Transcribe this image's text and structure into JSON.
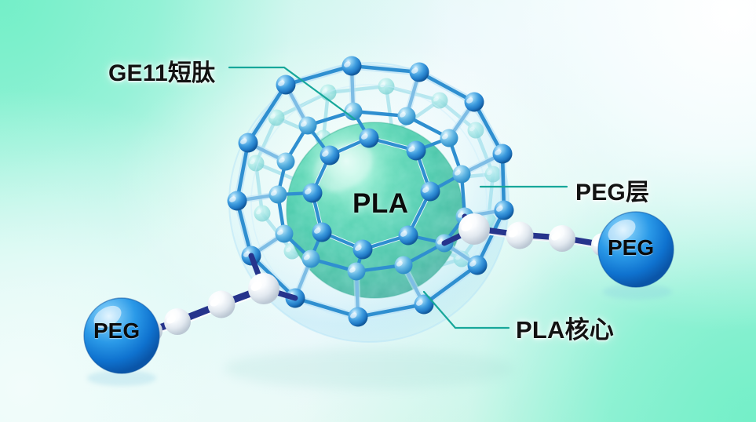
{
  "figure": {
    "title": "PEG-PLA nanoparticle with GE11 peptide targeting",
    "type": "scientific-schematic",
    "background": {
      "mint": "#7ff0cd",
      "pale": "#eefbfc",
      "white": "#ffffff"
    }
  },
  "labels": {
    "ge11": "GE11短肽",
    "peg_layer": "PEG层",
    "pla_core": "PLA核心"
  },
  "structures": {
    "core_label": "PLA",
    "peg_right_label": "PEG",
    "peg_left_label": "PEG"
  },
  "colors": {
    "core_green": "#2fc49a",
    "core_green_dark": "#139a78",
    "shell_blue": "#2f96d8",
    "shell_blue_light": "#7fc9ef",
    "shell_blue_back": "#8fd8e8",
    "bond_navy": "#26348c",
    "linker_white": "#f2f5f8",
    "peg_ball_blue": "#1f8fe0",
    "peg_ball_blue_dark": "#0b63b8",
    "leader_line": "#17a79a"
  },
  "leaders": [
    {
      "name": "ge11-leader",
      "from": "label GE11短肽",
      "to": "outer cage surface"
    },
    {
      "name": "peg-layer-leader",
      "from": "label PEG层",
      "to": "cage shell right"
    },
    {
      "name": "pla-core-leader",
      "from": "label PLA核心",
      "to": "cage lower right"
    }
  ]
}
